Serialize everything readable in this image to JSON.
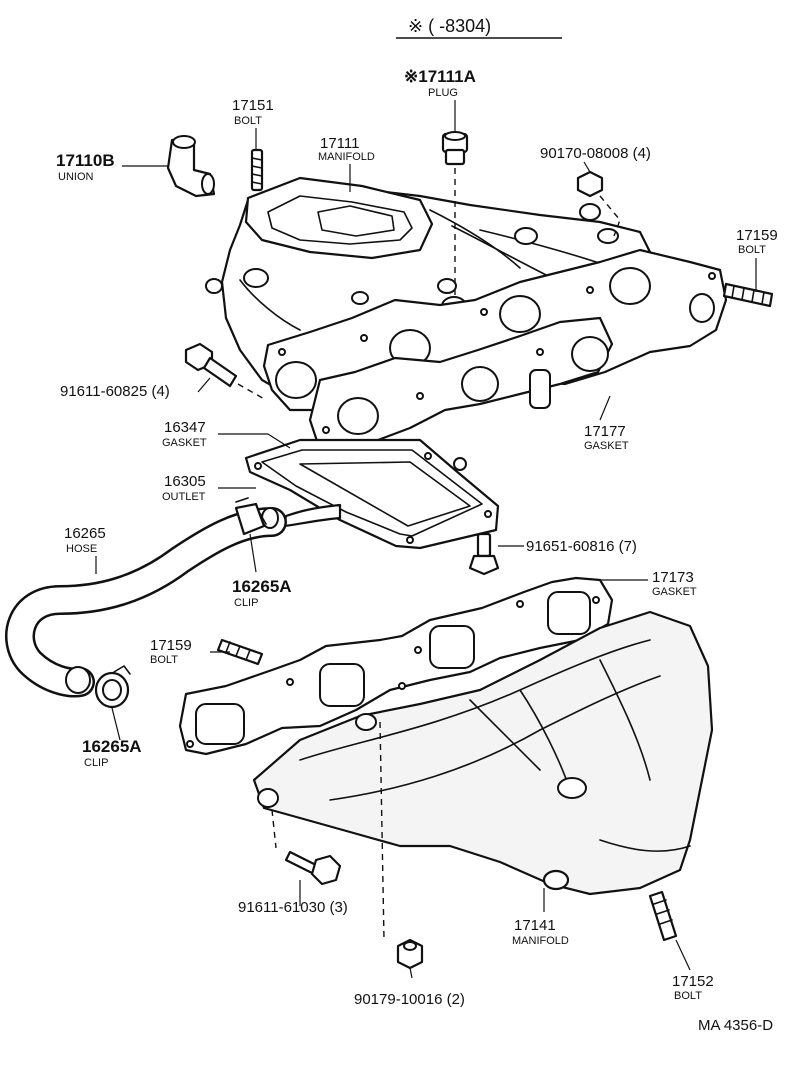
{
  "header": {
    "text": "※ (      -8304)"
  },
  "footer": {
    "code": "MA 4356-D"
  },
  "parts": [
    {
      "id": "p17110B",
      "number": "17110B",
      "name": "UNION"
    },
    {
      "id": "p17151",
      "number": "17151",
      "name": "BOLT"
    },
    {
      "id": "p17111",
      "number": "17111",
      "name": "MANIFOLD"
    },
    {
      "id": "p17111A",
      "number": "※17111A",
      "name": "PLUG"
    },
    {
      "id": "p90170",
      "number": "90170-08008 (4)",
      "name": ""
    },
    {
      "id": "p17159a",
      "number": "17159",
      "name": "BOLT"
    },
    {
      "id": "p91611a",
      "number": "91611-60825 (4)",
      "name": ""
    },
    {
      "id": "p16347",
      "number": "16347",
      "name": "GASKET"
    },
    {
      "id": "p17177",
      "number": "17177",
      "name": "GASKET"
    },
    {
      "id": "p16305",
      "number": "16305",
      "name": "OUTLET"
    },
    {
      "id": "p16265",
      "number": "16265",
      "name": "HOSE"
    },
    {
      "id": "p91651",
      "number": "91651-60816 (7)",
      "name": ""
    },
    {
      "id": "p16265Aa",
      "number": "16265A",
      "name": "CLIP"
    },
    {
      "id": "p17173",
      "number": "17173",
      "name": "GASKET"
    },
    {
      "id": "p17159b",
      "number": "17159",
      "name": "BOLT"
    },
    {
      "id": "p16265Ab",
      "number": "16265A",
      "name": "CLIP"
    },
    {
      "id": "p91611b",
      "number": "91611-61030 (3)",
      "name": ""
    },
    {
      "id": "p17141",
      "number": "17141",
      "name": "MANIFOLD"
    },
    {
      "id": "p90179",
      "number": "90179-10016 (2)",
      "name": ""
    },
    {
      "id": "p17152",
      "number": "17152",
      "name": "BOLT"
    }
  ]
}
